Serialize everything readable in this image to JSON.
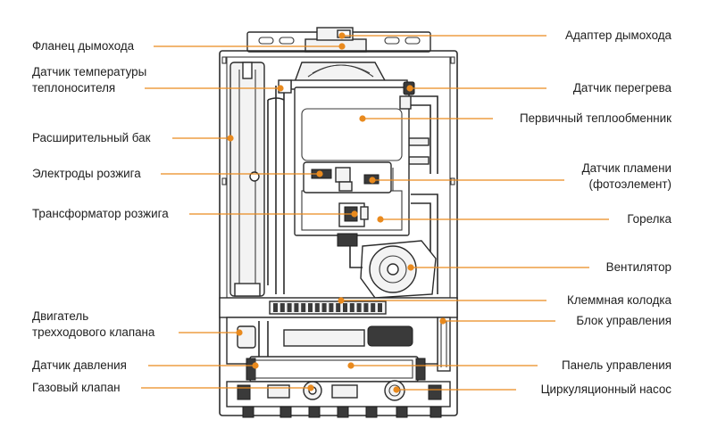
{
  "diagram": {
    "labels_left": [
      {
        "id": "flue-flange",
        "lines": [
          "Фланец дымохода"
        ]
      },
      {
        "id": "coolant-temp-sensor",
        "lines": [
          "Датчик температуры",
          "теплоносителя"
        ]
      },
      {
        "id": "expansion-tank",
        "lines": [
          "Расширительный бак"
        ]
      },
      {
        "id": "ignition-electrodes",
        "lines": [
          "Электроды розжига"
        ]
      },
      {
        "id": "ignition-transformer",
        "lines": [
          "Трансформатор розжига"
        ]
      },
      {
        "id": "three-way-valve-motor",
        "lines": [
          "Двигатель",
          "трехходового клапана"
        ]
      },
      {
        "id": "pressure-sensor",
        "lines": [
          "Датчик давления"
        ]
      },
      {
        "id": "gas-valve",
        "lines": [
          "Газовый клапан"
        ]
      }
    ],
    "labels_right": [
      {
        "id": "flue-adapter",
        "lines": [
          "Адаптер дымохода"
        ]
      },
      {
        "id": "overheat-sensor",
        "lines": [
          "Датчик перегрева"
        ]
      },
      {
        "id": "primary-heat-exchanger",
        "lines": [
          "Первичный теплообменник"
        ]
      },
      {
        "id": "flame-sensor",
        "lines": [
          "Датчик пламени",
          "(фотоэлемент)"
        ]
      },
      {
        "id": "burner",
        "lines": [
          "Горелка"
        ]
      },
      {
        "id": "fan",
        "lines": [
          "Вентилятор"
        ]
      },
      {
        "id": "terminal-block",
        "lines": [
          "Клеммная колодка"
        ]
      },
      {
        "id": "control-unit",
        "lines": [
          "Блок управления"
        ]
      },
      {
        "id": "control-panel",
        "lines": [
          "Панель управления"
        ]
      },
      {
        "id": "circulation-pump",
        "lines": [
          "Циркуляционный насос"
        ]
      }
    ],
    "colors": {
      "accent": "#e98a1e",
      "line": "#2b2b2b",
      "text": "#1e1e1e"
    }
  }
}
